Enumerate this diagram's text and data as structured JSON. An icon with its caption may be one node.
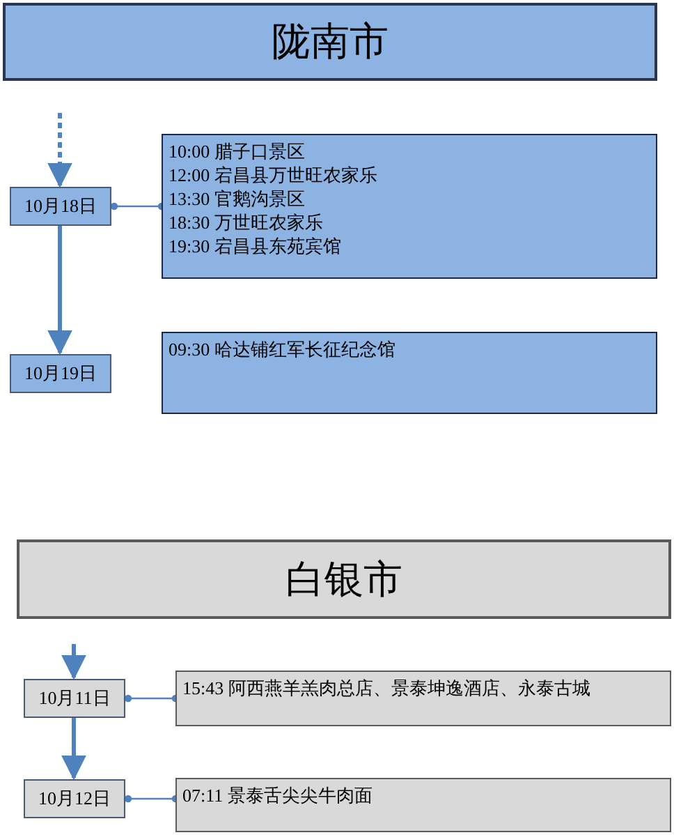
{
  "diagram": {
    "nodes": [
      {
        "text": [
          "陇南市"
        ]
      },
      {
        "text": [
          "10月18日"
        ]
      },
      {
        "text": [
          "10:00 腊子口景区",
          "12:00 宕昌县万世旺农家乐",
          "13:30 官鹅沟景区",
          "18:30 万世旺农家乐",
          "19:30 宕昌县东苑宾馆"
        ]
      },
      {
        "text": [
          "10月19日"
        ]
      },
      {
        "text": [
          "09:30 哈达铺红军长征纪念馆"
        ]
      },
      {
        "text": [
          "白银市"
        ]
      },
      {
        "text": [
          "10月11日"
        ]
      },
      {
        "text": [
          "15:43 阿西燕羊羔肉总店、景泰坤逸酒店、永泰古城"
        ]
      },
      {
        "text": [
          "10月12日"
        ]
      },
      {
        "text": [
          "07:11 景泰舌尖尖牛肉面"
        ]
      }
    ],
    "edges": [
      {
        "from": null,
        "to": 1,
        "arrow": "to",
        "style": "dashed"
      },
      {
        "from": 1,
        "to": 2,
        "arrow": "other"
      },
      {
        "from": 1,
        "to": 3,
        "arrow": "to"
      },
      {
        "from": null,
        "to": 6,
        "arrow": "to"
      },
      {
        "from": 6,
        "to": 7,
        "arrow": "other"
      },
      {
        "from": 6,
        "to": 8,
        "arrow": "to"
      },
      {
        "from": 8,
        "to": 9,
        "arrow": "other"
      }
    ]
  }
}
